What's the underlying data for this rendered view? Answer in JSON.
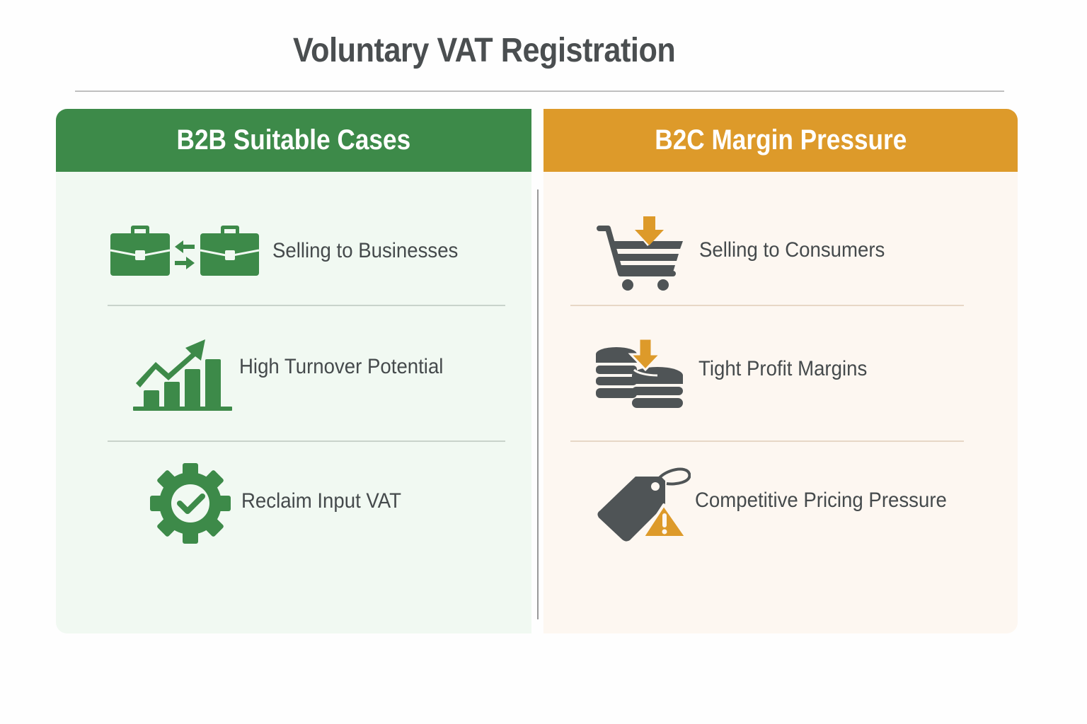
{
  "page": {
    "title": "Voluntary VAT Registration"
  },
  "colors": {
    "green": "#3d8a49",
    "orange": "#dd9a2a",
    "dark_gray": "#4f5456",
    "left_panel_bg": "#f1f9f2",
    "right_panel_bg": "#fdf7f1"
  },
  "left_panel": {
    "header": "B2B Suitable Cases",
    "items": [
      {
        "label": "Selling to Businesses",
        "icon": "briefcase-exchange-icon"
      },
      {
        "label": "High Turnover Potential",
        "icon": "growth-chart-icon"
      },
      {
        "label": "Reclaim Input VAT",
        "icon": "gear-check-icon"
      }
    ]
  },
  "right_panel": {
    "header": "B2C Margin Pressure",
    "items": [
      {
        "label": "Selling to Consumers",
        "icon": "shopping-cart-down-icon"
      },
      {
        "label": "Tight Profit Margins",
        "icon": "coins-down-icon"
      },
      {
        "label": "Competitive Pricing Pressure",
        "icon": "price-tag-warning-icon"
      }
    ]
  }
}
